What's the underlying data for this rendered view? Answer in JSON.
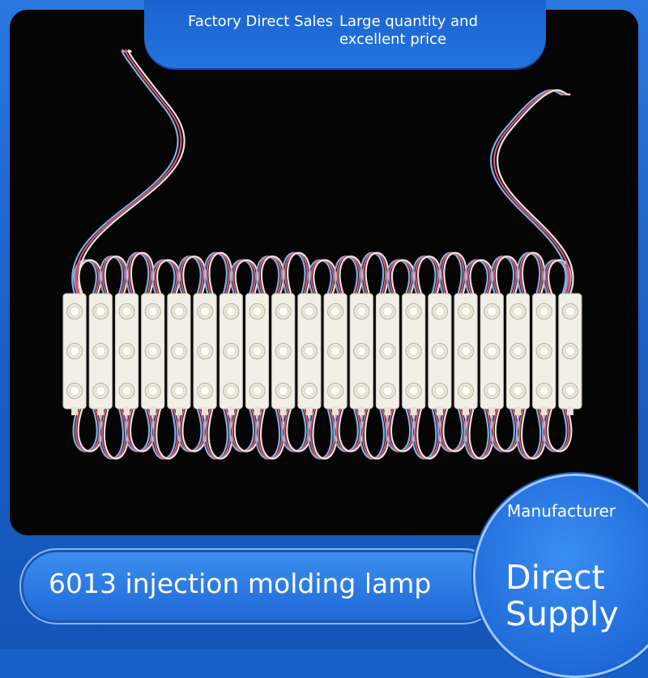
{
  "banner": {
    "left_text": "Factory Direct Sales",
    "right_text": "Large quantity and excellent price"
  },
  "product": {
    "title": "6013 injection molding lamp"
  },
  "badge": {
    "top_text": "Manufacturer",
    "main_text": "Direct Supply"
  },
  "photo": {
    "module_count": 20,
    "leds_per_module": 3
  },
  "colors": {
    "frame_blue": "#1a5fc4",
    "photo_background": "#050505",
    "module_white": "#f1efe6",
    "wire_red": "#e0566a",
    "wire_blue": "#7fb1e6",
    "wire_white": "#e8e8e8"
  }
}
